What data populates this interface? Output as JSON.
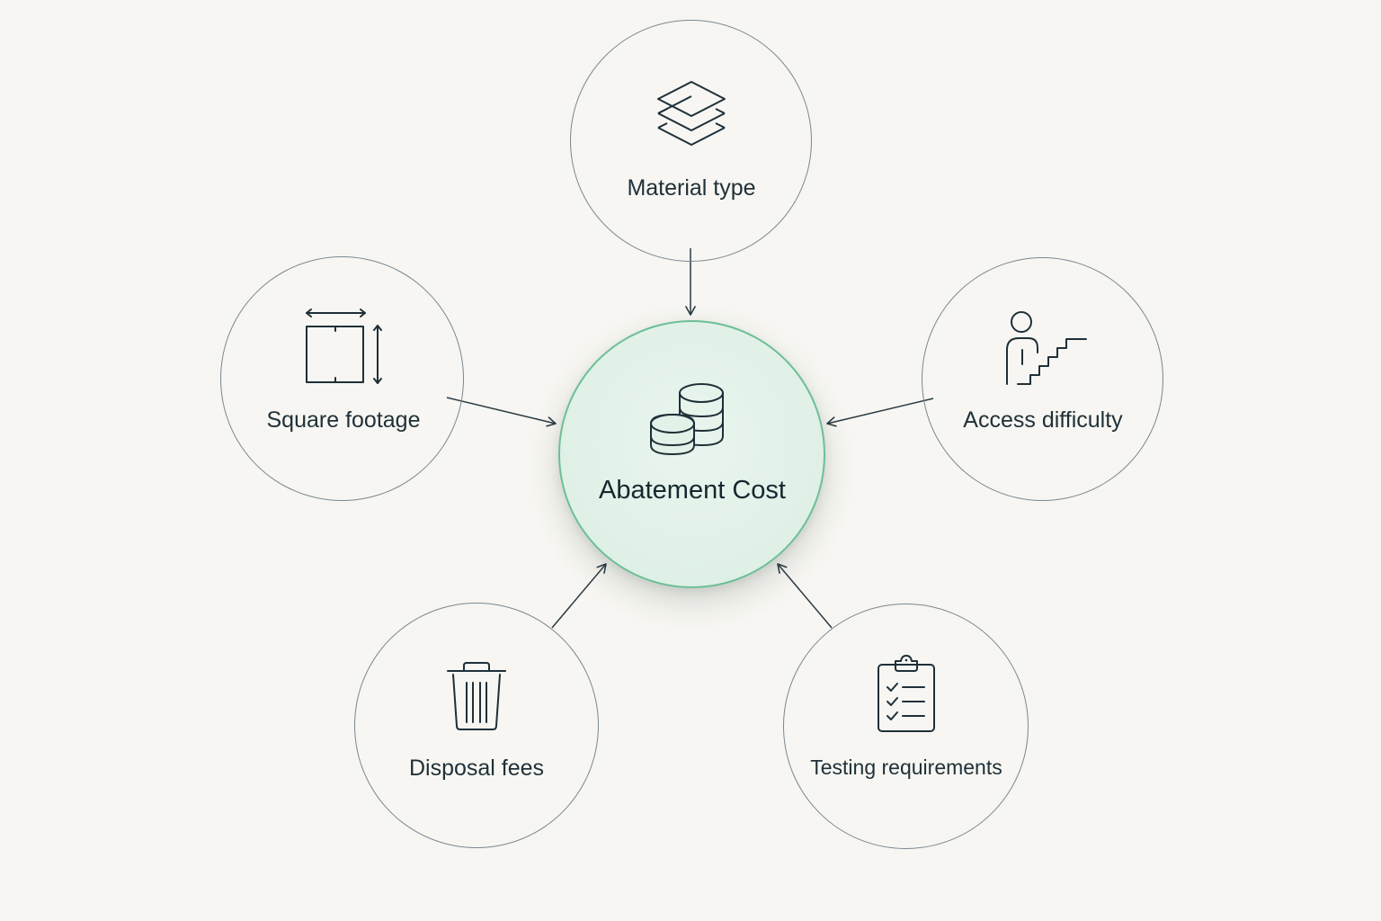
{
  "center": {
    "label": "Abatement Cost",
    "icon": "coins-stack-icon"
  },
  "factors": [
    {
      "id": "material-type",
      "label": "Material type",
      "icon": "layers-icon"
    },
    {
      "id": "square-footage",
      "label": "Square footage",
      "icon": "dimensions-square-icon"
    },
    {
      "id": "access-difficulty",
      "label": "Access difficulty",
      "icon": "person-stairs-icon"
    },
    {
      "id": "disposal-fees",
      "label": "Disposal fees",
      "icon": "trash-bin-icon"
    },
    {
      "id": "testing-requirements",
      "label": "Testing requirements",
      "icon": "clipboard-checklist-icon"
    }
  ],
  "colors": {
    "background": "#f7f6f2",
    "node_stroke": "#7b8790",
    "center_stroke": "#6cbf95",
    "center_fill": "#e1f1e8",
    "text": "#1c2e35",
    "arrow": "#2a3a42"
  }
}
